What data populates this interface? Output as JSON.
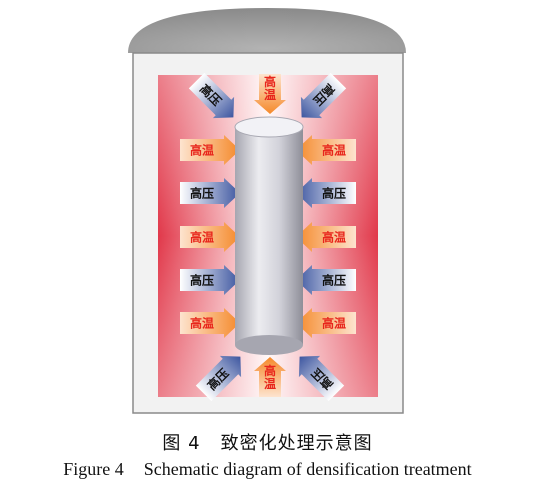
{
  "labels": {
    "temperature": "高温",
    "pressure": "高压"
  },
  "caption": {
    "cn_number": "图 4",
    "cn_title": "致密化处理示意图",
    "en_number": "Figure 4",
    "en_title": "Schematic diagram of densification treatment"
  },
  "colors": {
    "vessel_fill": "#f2f2f2",
    "vessel_stroke": "#8a8a8a",
    "dome_fill": "#9d9d9d",
    "heat_red": "#e1384a",
    "heat_center": "#fff6f6",
    "temperature_arrow": "#f5892a",
    "temperature_text": "#e8261c",
    "pressure_arrow": "#3d56a0",
    "pressure_text": "#111111",
    "cylinder_light": "#e6e6ec",
    "cylinder_dark": "#9a9aa4"
  }
}
